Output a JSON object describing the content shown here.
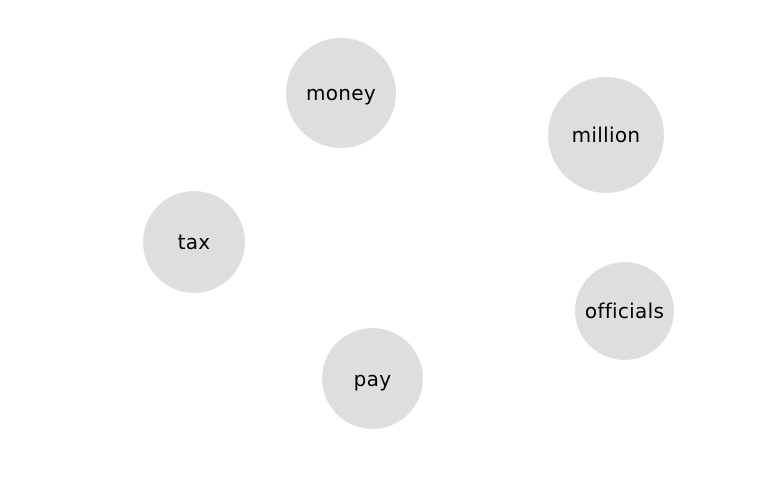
{
  "diagram": {
    "nodes": [
      {
        "label": "money"
      },
      {
        "label": "million"
      },
      {
        "label": "tax"
      },
      {
        "label": "officials"
      },
      {
        "label": "pay"
      }
    ],
    "node_fill": "#dedede",
    "text_color": "#000000",
    "background": "#ffffff"
  }
}
